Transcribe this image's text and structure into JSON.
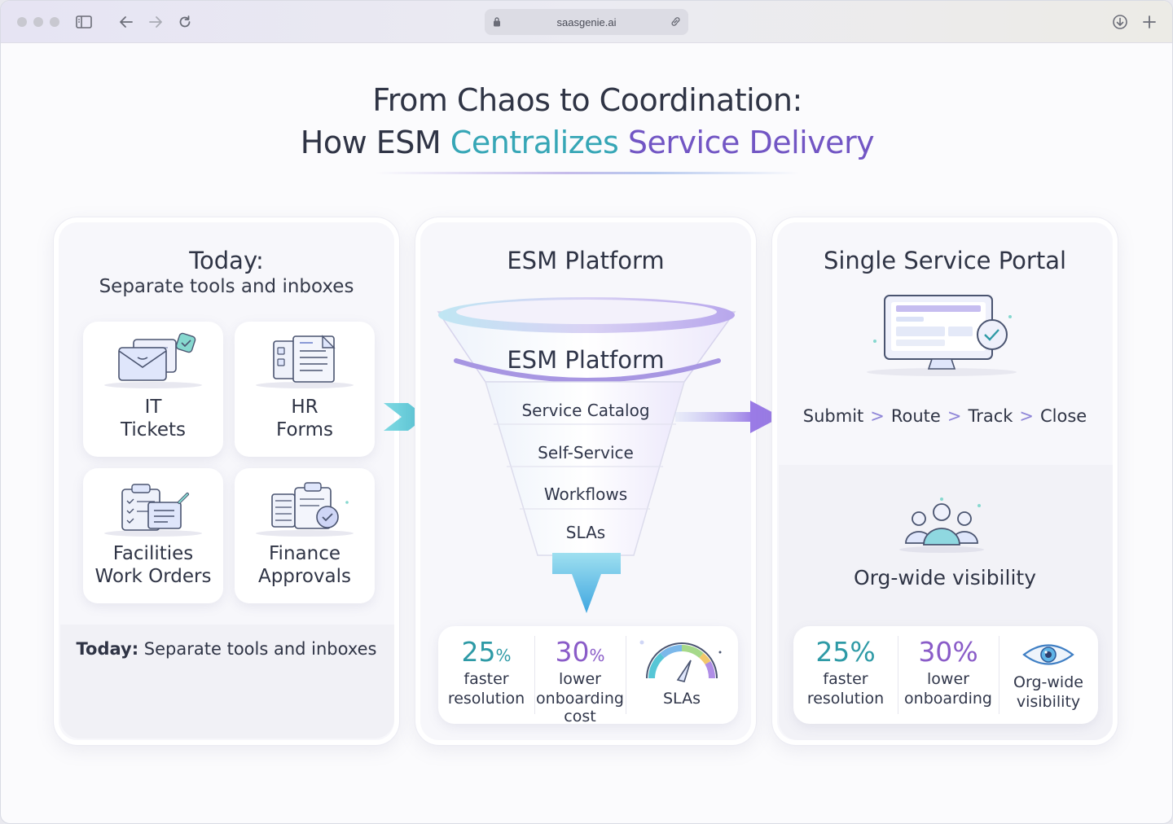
{
  "browser": {
    "url": "saasgenie.ai"
  },
  "headline": {
    "line1": "From Chaos to Coordination:",
    "line2_prefix": "How ESM ",
    "line2_teal": "Centralizes",
    "line2_space": " ",
    "line2_purple": "Service Delivery"
  },
  "left_panel": {
    "title": "Today:",
    "subtitle": "Separate tools and inboxes",
    "tiles": [
      {
        "line1": "IT",
        "line2": "Tickets"
      },
      {
        "line1": "HR",
        "line2": "Forms"
      },
      {
        "line1": "Facilities",
        "line2": "Work Orders"
      },
      {
        "line1": "Finance",
        "line2": "Approvals"
      }
    ],
    "footer_bold": "Today:",
    "footer_text": " Separate tools and inboxes"
  },
  "middle_panel": {
    "title": "ESM Platform",
    "funnel_label": "ESM Platform",
    "funnel_items": [
      "Service Catalog",
      "Self-Service",
      "Workflows",
      "SLAs"
    ],
    "stats": [
      {
        "number": "25",
        "unit": "%",
        "line1": "faster",
        "line2": "resolution",
        "line3": "",
        "color": "#2e9aa6"
      },
      {
        "number": "30",
        "unit": "%",
        "line1": "lower",
        "line2": "onboarding",
        "line3": "cost",
        "color": "#8a5cc8"
      },
      {
        "icon": "sla-gauge-icon",
        "line1": "SLAs"
      }
    ]
  },
  "right_panel": {
    "title": "Single Service Portal",
    "flow": [
      "Submit",
      "Route",
      "Track",
      "Close"
    ],
    "flow_separator": ">",
    "visibility_label": "Org-wide visibility",
    "stats": [
      {
        "number": "25",
        "unit": "%",
        "line1": "faster",
        "line2": "resolution",
        "color": "#2e9aa6"
      },
      {
        "number": "30",
        "unit": "%",
        "line1": "lower",
        "line2": "onboarding",
        "color": "#8a5cc8"
      },
      {
        "icon": "eye-icon",
        "line1": "Org-wide",
        "line2": "visibility"
      }
    ]
  },
  "colors": {
    "teal": "#36a6b6",
    "purple": "#7256c4",
    "arrow_teal": "#56c6d6",
    "arrow_purple": "#9a7be6"
  }
}
